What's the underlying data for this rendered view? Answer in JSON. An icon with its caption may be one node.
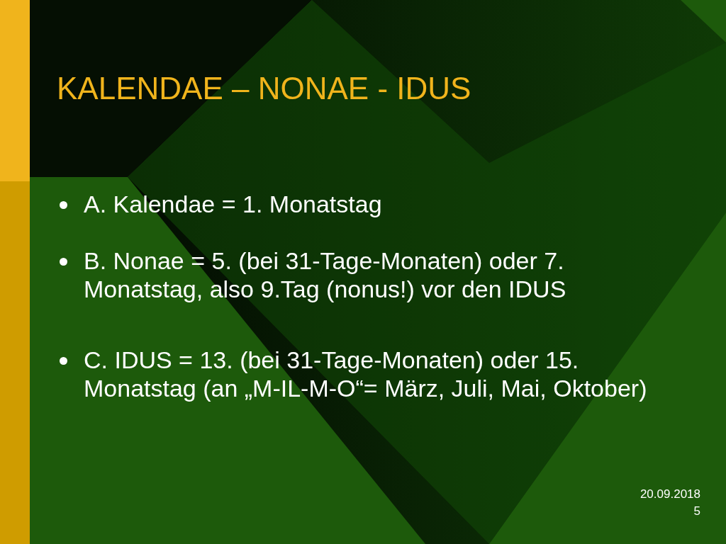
{
  "diagram": {
    "title": "KALENDAE – NONAE - IDUS",
    "labels": [
      "A. Kalendae = 1. Monatstag",
      "B. Nonae = 5. (bei 31-Tage-Monaten) oder 7. Monatstag, also 9.Tag (nonus!) vor den IDUS",
      "C. IDUS = 13. (bei 31-Tage-Monaten) oder 15. Monatstag (an „M-IL-M-O“= März, Juli, Mai, Oktober)",
      "20.09.2018",
      "5"
    ]
  }
}
